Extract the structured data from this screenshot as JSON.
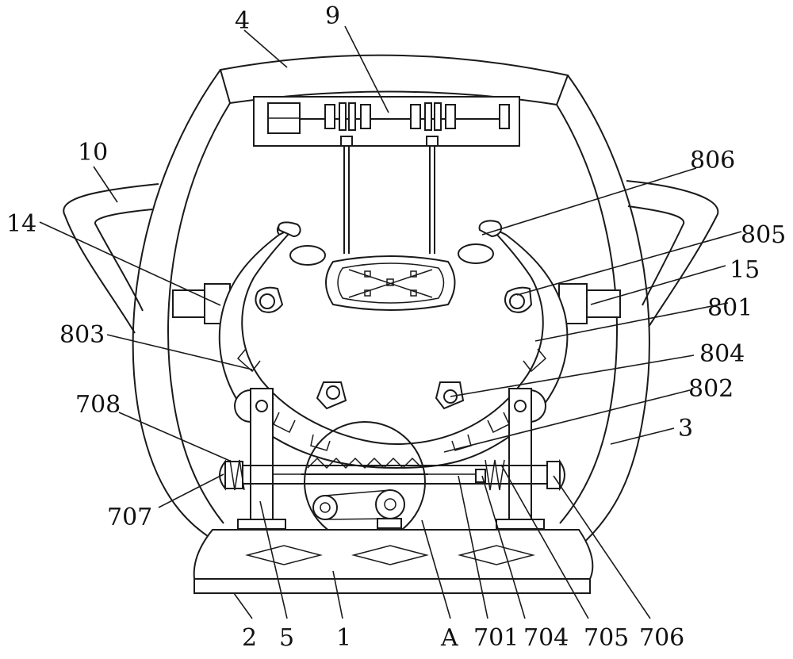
{
  "labels": {
    "l4": "4",
    "l9": "9",
    "l10": "10",
    "l806": "806",
    "l14": "14",
    "l805": "805",
    "l15": "15",
    "l801": "801",
    "l803": "803",
    "l804": "804",
    "l802": "802",
    "l708": "708",
    "l3": "3",
    "l707": "707",
    "l2": "2",
    "l5": "5",
    "l1": "1",
    "lA": "A",
    "l701": "701",
    "l704": "704",
    "l705": "705",
    "l706": "706"
  }
}
